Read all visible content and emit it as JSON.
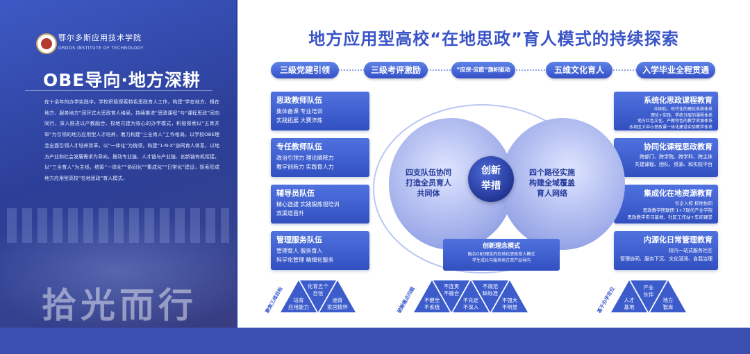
{
  "left_panel": {
    "org_name_cn": "鄂尔多斯应用技术学院",
    "org_name_en": "ORDOS INSTITUTE OF TECHNOLOGY",
    "title": "OBE导向·地方深耕",
    "paragraph": "在十余年的办学实践中，学校积极探索特色思政育人工作，构建“学在地方、根在地方、服务地方”闭环式大思政育人格局，持续推进“思政课程”与“课程思政”同向同行，深入推进以产教融合、校地共建为核心的办学模式，积极探索以“五育并举”为引领的地方应用型人才培养，着力构建“三全育人”工作格局。以学校OBE理念全面引领人才培养改革，以“一体化”为统领，构建“1-N-X”协同育人体系，以地方产业和社会发展需求为导向，推动专业链、人才链与产业链、创新链有机衔接，以“三全育人”为主线，统筹“一体化”“协同化”“集成化”“日常化”建设，探索形成地方应用型高校“在地思政”育人模式。",
    "calligraphy": "拾光而行"
  },
  "main": {
    "title": "地方应用型高校“在地思政”育人模式的持续探索",
    "top_buttons": [
      "三级党建引领",
      "三级考评激励",
      "“应侠·应愿”旗帜驱动",
      "五维文化育人",
      "入学毕业全程贯通"
    ],
    "left_cards": [
      {
        "title": "思政教师队伍",
        "lines": [
          "集体备课  专业培训",
          "实践拓展  大赛淬炼"
        ]
      },
      {
        "title": "专任教师队伍",
        "lines": [
          "政治引领力  理论阐释力",
          "教学创新力  实践育人力"
        ]
      },
      {
        "title": "辅导员队伍",
        "lines": [
          "精心选拔  实践锻炼观培训",
          "双渠道晋升"
        ]
      },
      {
        "title": "管理服务队伍",
        "lines": [
          "管理育人  服务育人",
          "科学化管理  精细化服务"
        ]
      }
    ],
    "right_cards": [
      {
        "title": "系统化思政课程教育",
        "lines": [
          "中国化、时代化的理论系统体系",
          "理论+实践、学练分层的课程体系",
          "地方红色文化、产教特色的教学资源体系",
          "本地区大中小思政课一体化建设实验教学体系"
        ]
      },
      {
        "title": "协同化课程思政教育",
        "lines": [
          "跨部门、跨学院、跨学科、跨主体",
          "共建课程、团队、资源、和实践平台"
        ]
      },
      {
        "title": "集成化在地资源教育",
        "lines": [
          "引企入校  校地协同",
          "思政教学团联团 1+7现代产业学院",
          "思政教学实习基地、社区工作站+车间课堂"
        ]
      },
      {
        "title": "内源化日常管理教育",
        "lines": [
          "校内一站式服务社区",
          "管理协同、服务下沉、文化浸润、自我治理"
        ]
      }
    ],
    "center": {
      "left_circle": [
        "四支队伍协同",
        "打造全员育人",
        "共同体"
      ],
      "center_label": [
        "创新",
        "举措"
      ],
      "right_circle": [
        "四个路径实施",
        "构建全域覆盖",
        "育人网络"
      ]
    },
    "innovation": {
      "title": "创新理念模式",
      "lines": [
        "融合OBE理念的在地化思政育人模式",
        "学生成长与服务地方双产出导向"
      ]
    },
    "bottom_left": {
      "label": "聚焦三维目标",
      "triangles": [
        {
          "dir": "up",
          "lines": [
            "培育",
            "应用能力"
          ]
        },
        {
          "dir": "down",
          "lines": [
            "化育五个",
            "自信"
          ]
        },
        {
          "dir": "up",
          "lines": [
            "涵育",
            "家国情怀"
          ]
        }
      ]
    },
    "bottom_mid": {
      "label": "破解痛点问题",
      "triangles": [
        {
          "dir": "up",
          "lines": [
            "不健全",
            "不系统"
          ]
        },
        {
          "dir": "down",
          "lines": [
            "不连贯",
            "不融合"
          ]
        },
        {
          "dir": "up",
          "lines": [
            "不充足",
            "不深入"
          ]
        },
        {
          "dir": "down",
          "lines": [
            "不规范",
            "缺标准"
          ]
        },
        {
          "dir": "up",
          "lines": [
            "不强大",
            "不明显"
          ]
        }
      ]
    },
    "bottom_right": {
      "label": "基于办学定位",
      "triangles": [
        {
          "dir": "up",
          "lines": [
            "人才",
            "基地"
          ]
        },
        {
          "dir": "down",
          "lines": [
            "产业",
            "伙伴"
          ]
        },
        {
          "dir": "up",
          "lines": [
            "地方",
            "智库"
          ]
        }
      ]
    }
  }
}
